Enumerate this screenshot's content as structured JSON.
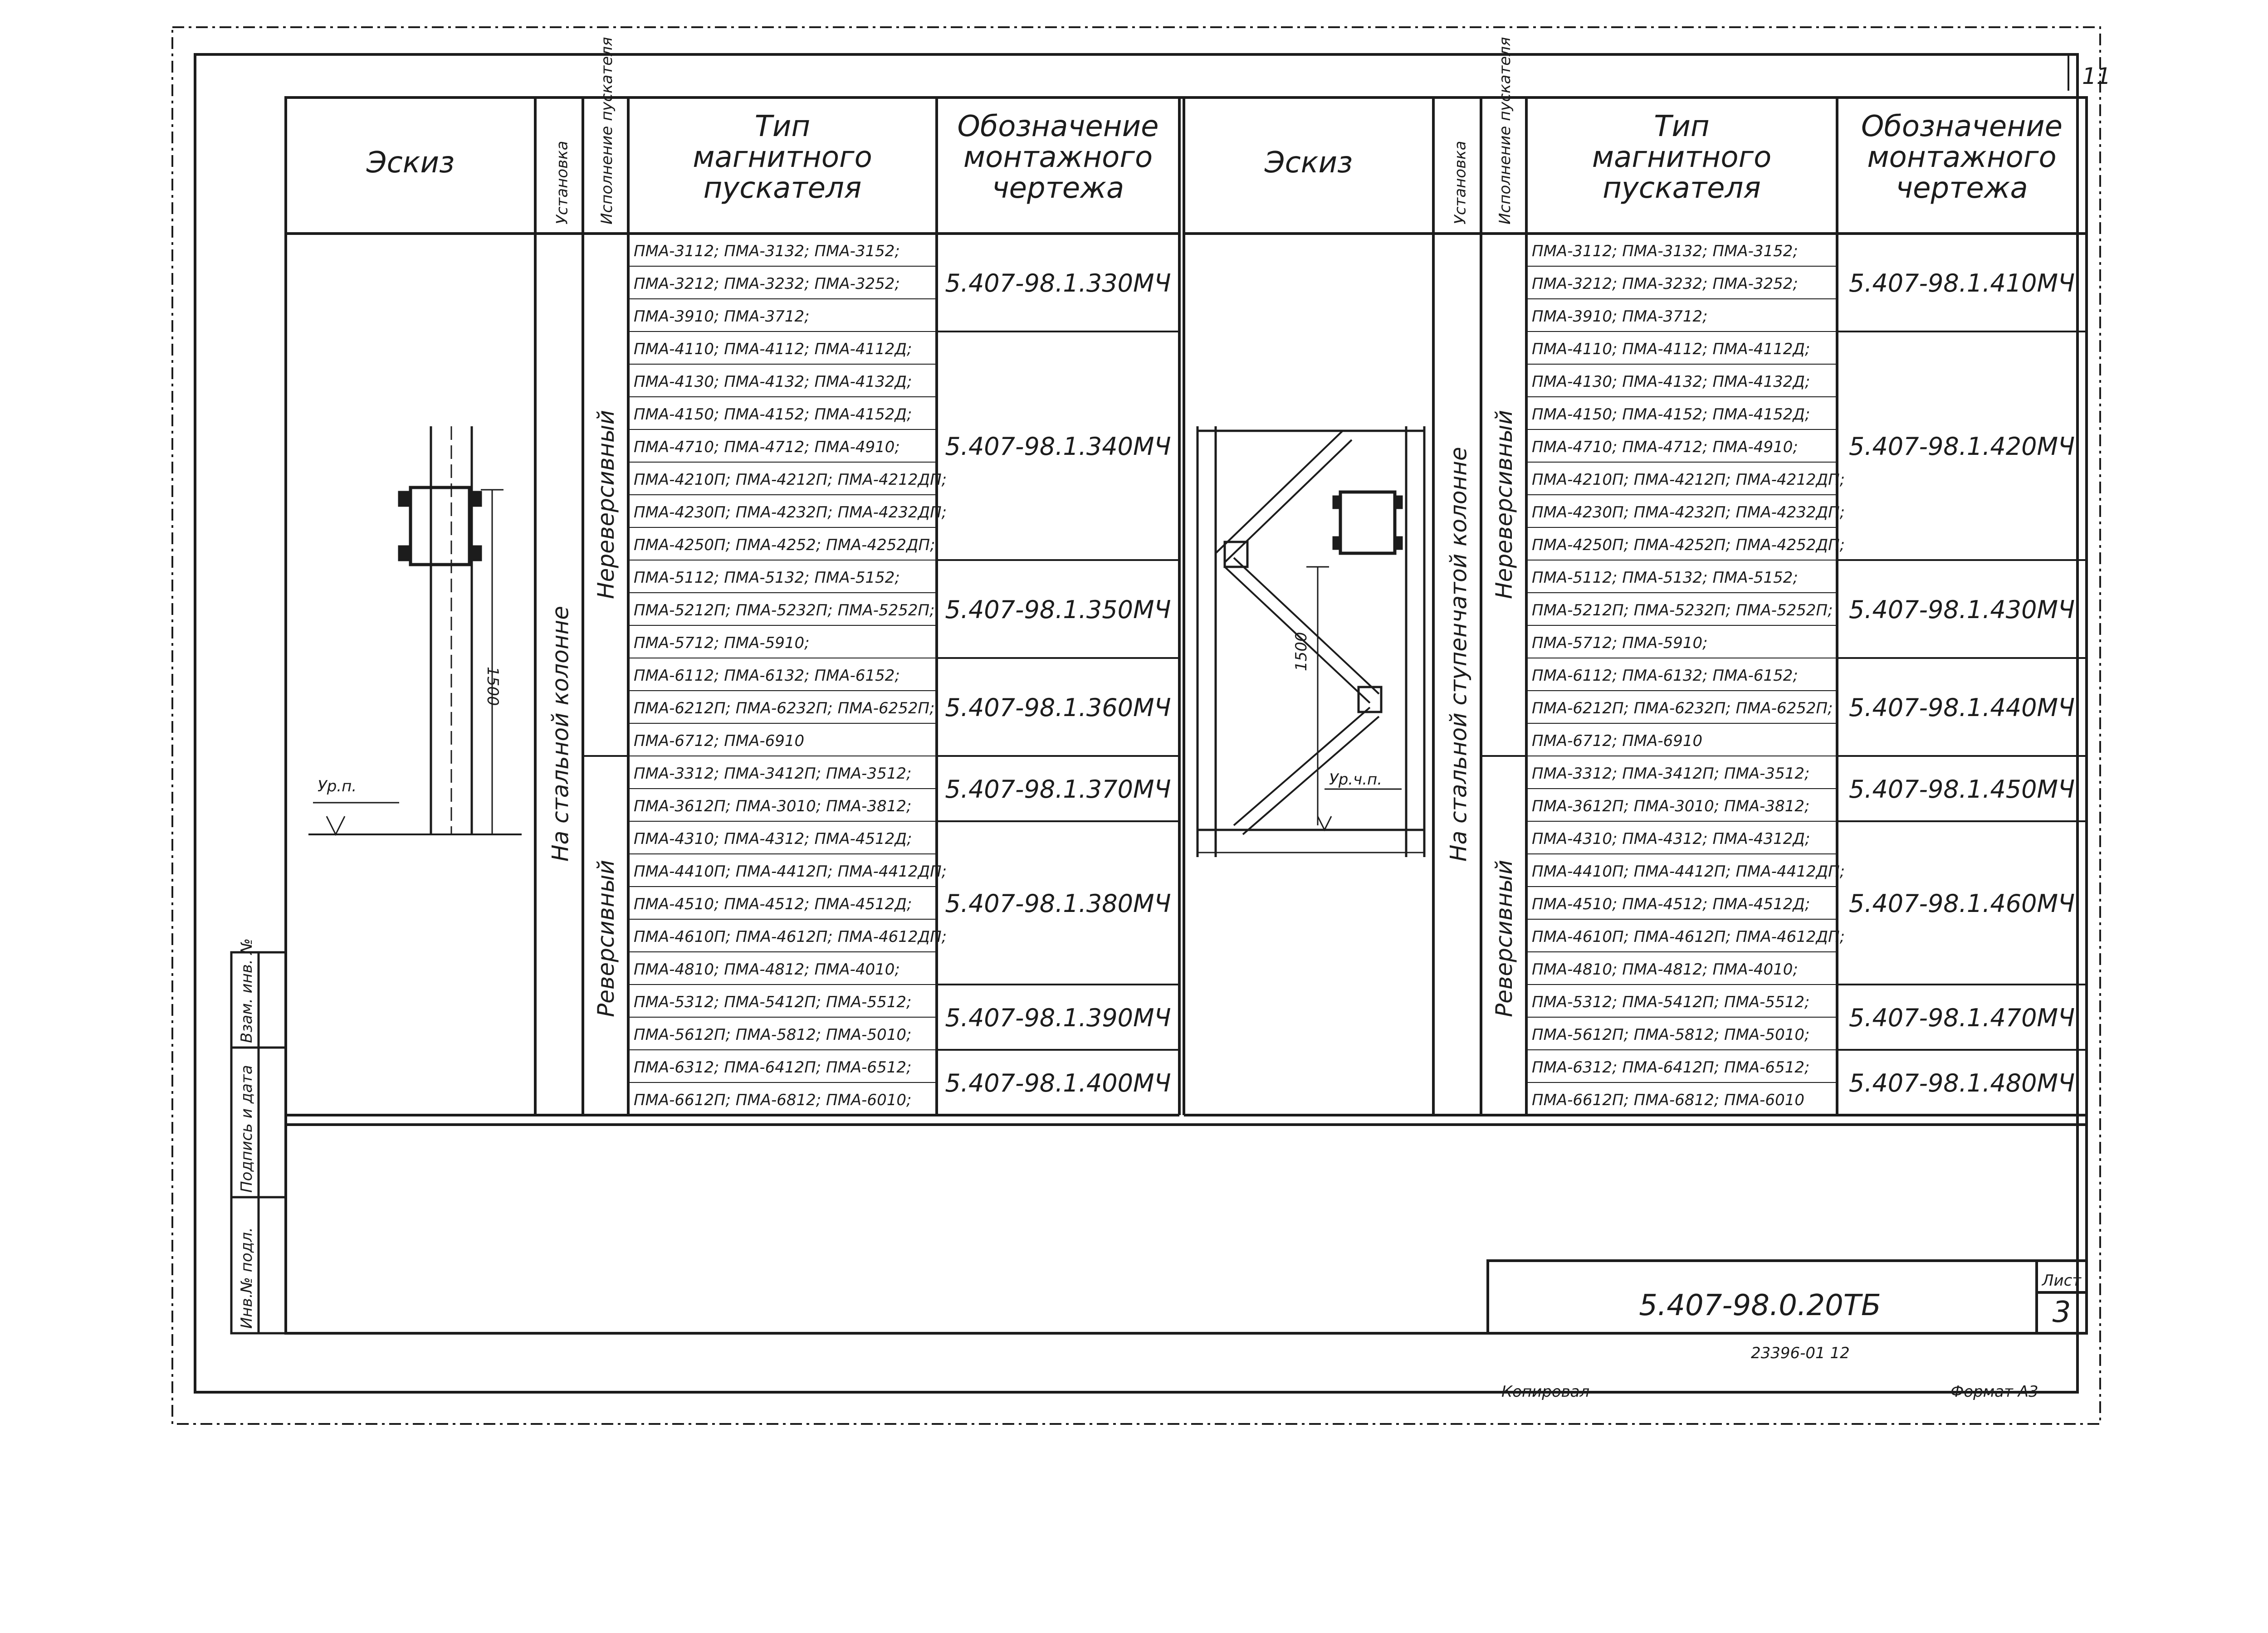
{
  "corner_mark": "11",
  "left_panel": {
    "header": {
      "sketch": "Эскиз",
      "installation": "Установка",
      "execution": "Исполнение пускателя",
      "type_lines": [
        "Тип",
        "магнитного",
        "пускателя"
      ],
      "designation_lines": [
        "Обозначение",
        "монтажного",
        "чертежа"
      ]
    },
    "installation_text": "На стальной колонне",
    "group_nonrev": "Нереверсивный",
    "group_rev": "Реверсивный",
    "sketch_dim": "1500",
    "sketch_level": "Ур.п.",
    "rows": [
      "ПМА-3112; ПМА-3132; ПМА-3152;",
      "ПМА-3212; ПМА-3232; ПМА-3252;",
      "ПМА-3910; ПМА-3712;",
      "ПМА-4110; ПМА-4112; ПМА-4112Д;",
      "ПМА-4130; ПМА-4132; ПМА-4132Д;",
      "ПМА-4150; ПМА-4152; ПМА-4152Д;",
      "ПМА-4710; ПМА-4712; ПМА-4910;",
      "ПМА-4210П; ПМА-4212П; ПМА-4212ДП;",
      "ПМА-4230П; ПМА-4232П; ПМА-4232ДП;",
      "ПМА-4250П; ПМА-4252; ПМА-4252ДП;",
      "ПМА-5112; ПМА-5132; ПМА-5152;",
      "ПМА-5212П; ПМА-5232П; ПМА-5252П;",
      "ПМА-5712; ПМА-5910;",
      "ПМА-6112; ПМА-6132; ПМА-6152;",
      "ПМА-6212П; ПМА-6232П; ПМА-6252П;",
      "ПМА-6712; ПМА-6910",
      "ПМА-3312; ПМА-3412П; ПМА-3512;",
      "ПМА-3612П; ПМА-3010; ПМА-3812;",
      "ПМА-4310; ПМА-4312; ПМА-4512Д;",
      "ПМА-4410П; ПМА-4412П; ПМА-4412ДП;",
      "ПМА-4510; ПМА-4512; ПМА-4512Д;",
      "ПМА-4610П; ПМА-4612П; ПМА-4612ДП;",
      "ПМА-4810; ПМА-4812; ПМА-4010;",
      "ПМА-5312; ПМА-5412П; ПМА-5512;",
      "ПМА-5612П; ПМА-5812; ПМА-5010;",
      "ПМА-6312; ПМА-6412П; ПМА-6512;",
      "ПМА-6612П; ПМА-6812; ПМА-6010;"
    ],
    "codes": [
      "5.407-98.1.330МЧ",
      "5.407-98.1.340МЧ",
      "5.407-98.1.350МЧ",
      "5.407-98.1.360МЧ",
      "5.407-98.1.370МЧ",
      "5.407-98.1.380МЧ",
      "5.407-98.1.390МЧ",
      "5.407-98.1.400МЧ"
    ]
  },
  "right_panel": {
    "header": {
      "sketch": "Эскиз",
      "installation": "Установка",
      "execution": "Исполнение пускателя",
      "type_lines": [
        "Тип",
        "магнитного",
        "пускателя"
      ],
      "designation_lines": [
        "Обозначение",
        "монтажного",
        "чертежа"
      ]
    },
    "installation_text": "На стальной ступенчатой колонне",
    "group_nonrev": "Нереверсивный",
    "group_rev": "Реверсивный",
    "sketch_dim": "1500",
    "sketch_level": "Ур.ч.п.",
    "rows": [
      "ПМА-3112; ПМА-3132; ПМА-3152;",
      "ПМА-3212; ПМА-3232; ПМА-3252;",
      "ПМА-3910; ПМА-3712;",
      "ПМА-4110; ПМА-4112; ПМА-4112Д;",
      "ПМА-4130; ПМА-4132; ПМА-4132Д;",
      "ПМА-4150; ПМА-4152; ПМА-4152Д;",
      "ПМА-4710; ПМА-4712; ПМА-4910;",
      "ПМА-4210П; ПМА-4212П; ПМА-4212ДП;",
      "ПМА-4230П; ПМА-4232П; ПМА-4232ДП;",
      "ПМА-4250П; ПМА-4252П; ПМА-4252ДП;",
      "ПМА-5112; ПМА-5132; ПМА-5152;",
      "ПМА-5212П; ПМА-5232П; ПМА-5252П;",
      "ПМА-5712; ПМА-5910;",
      "ПМА-6112; ПМА-6132; ПМА-6152;",
      "ПМА-6212П; ПМА-6232П; ПМА-6252П;",
      "ПМА-6712; ПМА-6910",
      "ПМА-3312; ПМА-3412П; ПМА-3512;",
      "ПМА-3612П; ПМА-3010; ПМА-3812;",
      "ПМА-4310; ПМА-4312; ПМА-4312Д;",
      "ПМА-4410П; ПМА-4412П; ПМА-4412ДП;",
      "ПМА-4510; ПМА-4512; ПМА-4512Д;",
      "ПМА-4610П; ПМА-4612П; ПМА-4612ДП;",
      "ПМА-4810; ПМА-4812; ПМА-4010;",
      "ПМА-5312; ПМА-5412П; ПМА-5512;",
      "ПМА-5612П; ПМА-5812; ПМА-5010;",
      "ПМА-6312; ПМА-6412П; ПМА-6512;",
      "ПМА-6612П; ПМА-6812; ПМА-6010"
    ],
    "codes": [
      "5.407-98.1.410МЧ",
      "5.407-98.1.420МЧ",
      "5.407-98.1.430МЧ",
      "5.407-98.1.440МЧ",
      "5.407-98.1.450МЧ",
      "5.407-98.1.460МЧ",
      "5.407-98.1.470МЧ",
      "5.407-98.1.480МЧ"
    ]
  },
  "side_stamp": [
    "Инв.№ подл.",
    "Подпись и дата",
    "Взам. инв. №"
  ],
  "title_block": {
    "designation": "5.407-98.0.20ТБ",
    "sheet_label": "Лист",
    "sheet_number": "3",
    "order_number": "23396-01 12"
  },
  "footer": {
    "copied_label": "Копировал",
    "format": "Формат А3"
  }
}
